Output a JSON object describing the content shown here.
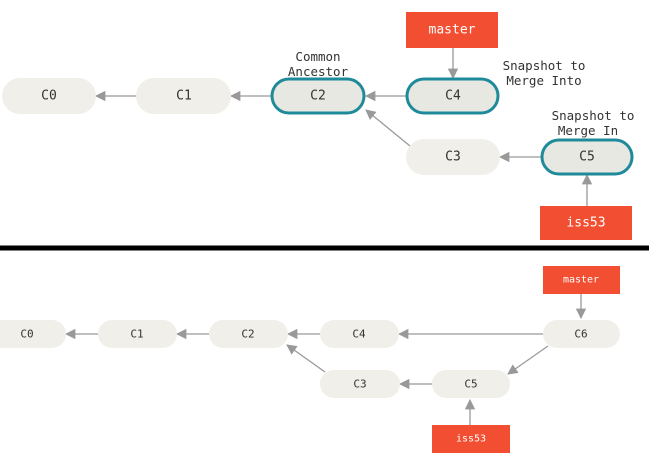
{
  "diagram_before": {
    "commits": {
      "c0": "C0",
      "c1": "C1",
      "c2": "C2",
      "c3": "C3",
      "c4": "C4",
      "c5": "C5"
    },
    "branches": {
      "master": "master",
      "iss53": "iss53"
    },
    "annotations": {
      "common_ancestor": [
        "Common",
        "Ancestor"
      ],
      "snapshot_into": [
        "Snapshot to",
        "Merge Into"
      ],
      "snapshot_in": [
        "Snapshot to",
        "Merge In"
      ]
    },
    "highlight_color": "#1f8a99",
    "branch_color": "#f14e32"
  },
  "diagram_after": {
    "commits": {
      "c0": "C0",
      "c1": "C1",
      "c2": "C2",
      "c3": "C3",
      "c4": "C4",
      "c5": "C5",
      "c6": "C6"
    },
    "branches": {
      "master": "master",
      "iss53": "iss53"
    }
  }
}
